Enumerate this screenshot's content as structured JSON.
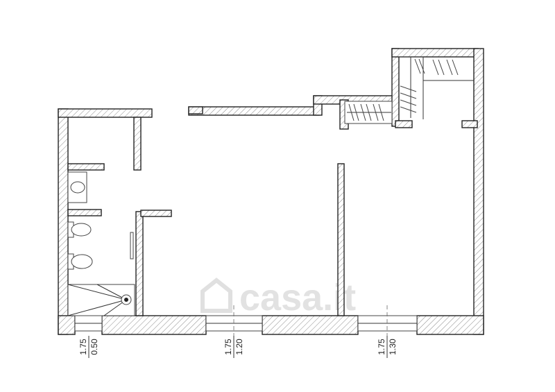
{
  "watermark": {
    "text": "casa.it"
  },
  "openings": [
    {
      "width": "1.75",
      "height": "0.50"
    },
    {
      "width": "1.75",
      "height": "1.20"
    },
    {
      "width": "1.75",
      "height": "1.30"
    }
  ]
}
